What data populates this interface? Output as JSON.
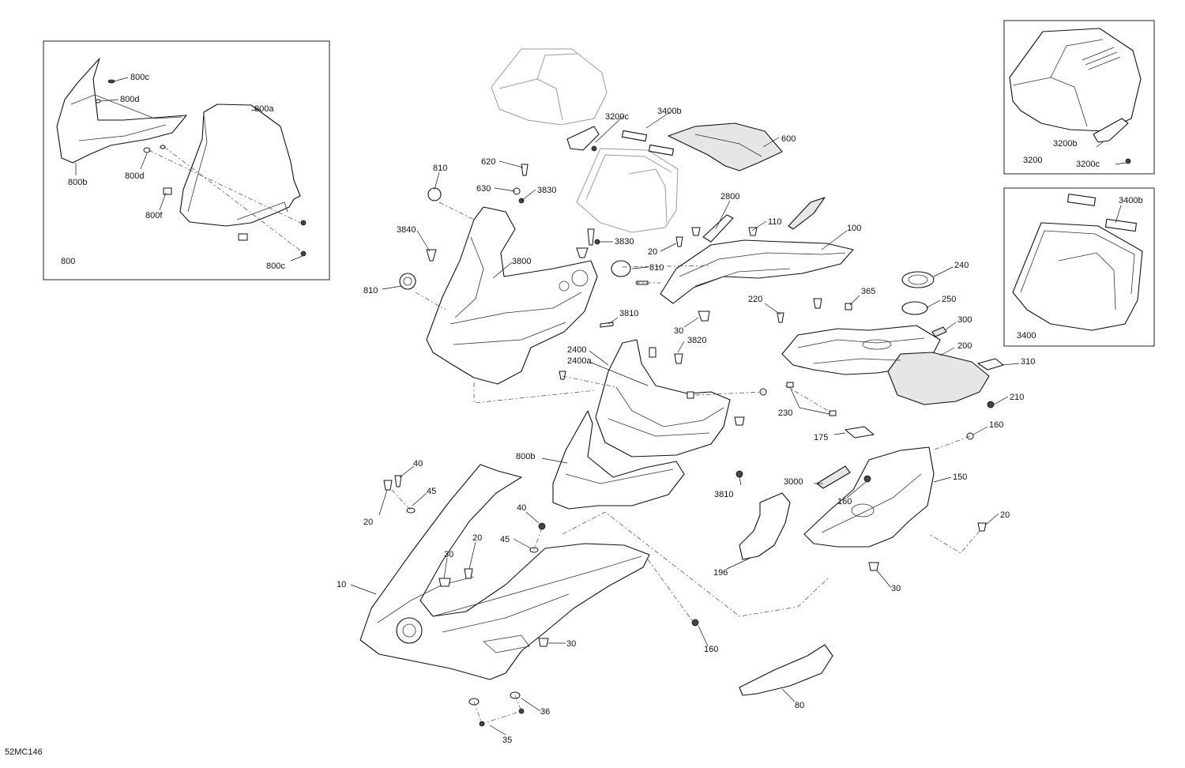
{
  "diagram": {
    "code": "52MC146",
    "insets": [
      {
        "id": "inset-800",
        "label": "800"
      },
      {
        "id": "inset-3200",
        "label": "3200"
      },
      {
        "id": "inset-3400",
        "label": "3400"
      }
    ],
    "callouts": {
      "c800c_a": "800c",
      "c800d_a": "800d",
      "c800a": "800a",
      "c800b_a": "800b",
      "c800d_b": "800d",
      "c800f": "800f",
      "c800c_b": "800c",
      "c3200c_a": "3200c",
      "c3400b_a": "3400b",
      "c600": "600",
      "c3200b": "3200b",
      "c3200c_b": "3200c",
      "c3400b_b": "3400b",
      "c620": "620",
      "c810_a": "810",
      "c630": "630",
      "c3830_a": "3830",
      "c2800": "2800",
      "c110": "110",
      "c100": "100",
      "c3840": "3840",
      "c3830_b": "3830",
      "c20_a": "20",
      "c810_b": "810",
      "c3800": "3800",
      "c810_c": "810",
      "c240": "240",
      "c365": "365",
      "c220": "220",
      "c250": "250",
      "c3810_a": "3810",
      "c30_a": "30",
      "c300": "300",
      "c3820": "3820",
      "c200": "200",
      "c2400": "2400",
      "c2400a": "2400a",
      "c310": "310",
      "c210": "210",
      "c230": "230",
      "c175": "175",
      "c160_a": "160",
      "c800b_b": "800b",
      "c3810_b": "3810",
      "c40_a": "40",
      "c3000": "3000",
      "c150": "150",
      "c45_a": "45",
      "c160_b": "160",
      "c20_b": "20",
      "c40_b": "40",
      "c20_c": "20",
      "c45_b": "45",
      "c30_b": "30",
      "c196": "196",
      "c10": "10",
      "c30_c": "30",
      "c30_d": "30",
      "c160_c": "160",
      "c80": "80",
      "c36": "36",
      "c35": "35"
    }
  }
}
